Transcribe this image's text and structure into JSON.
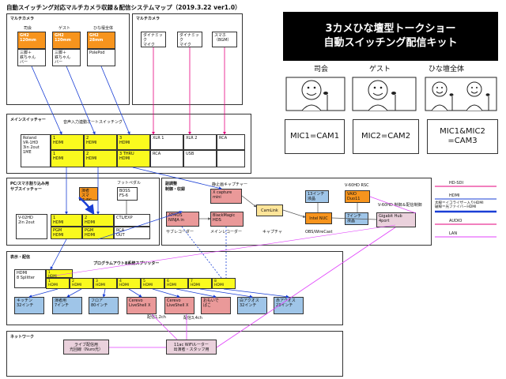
{
  "title": "自動スイッチング対応マルチカメラ収録＆配信システムマップ（2019.3.22 ver1.0）",
  "banner": {
    "line1": "3カメひな壇型トークショー",
    "line2": "自動スイッチング配信キット"
  },
  "roles": {
    "host": "司会",
    "guest": "ゲスト",
    "all": "ひな壇全体"
  },
  "mics": {
    "m1": "MIC1=CAM1",
    "m2": "MIC2=CAM2",
    "m3": "MIC1&MIC2\n=CAM3"
  },
  "multicam": {
    "label": "マルチカメラ",
    "roles": [
      "司会",
      "ゲスト",
      "ひな壇全体"
    ],
    "cams": [
      "GH2\n120mm",
      "GH2\n120mm",
      "GH2\n28mm"
    ],
    "mounts": [
      "三脚＋\n鉄ちゃん\nバー",
      "三脚＋\n鉄ちゃん\nバー",
      "PolePod"
    ]
  },
  "multimic": {
    "label": "マルチカメラ",
    "mics": [
      "ダイナミック\nマイク",
      "ダイナミック\nマイク",
      "スマホ\n（BGM）"
    ]
  },
  "main_switcher": {
    "label": "メインスイッチャー",
    "note": "音声入力連動オートスイッチング",
    "device": "Roland\nVR-1HD\n3in 2out\n1ME",
    "in_row": [
      "1\nHDMI",
      "2\nHDMI",
      "3\nHDMI",
      "XLR 1",
      "XLR 2",
      "RCA"
    ],
    "out_row": [
      "1\nHDMI",
      "2\nHDMI",
      "3 THRU\nHDMI",
      "RCA",
      "USB",
      ""
    ]
  },
  "sub_switcher": {
    "label": "PC/スマホ割り込み用\nサブスイッチャー",
    "pc": "演者\nスマホ/PC",
    "footpedal": "フットペダル",
    "boss": "BOSS\nFS-6",
    "device": "V-02HD\n2in 2out",
    "top_row": [
      "1\nHDMI",
      "2\nHDMI",
      "CTL/EXP"
    ],
    "bottom_row": [
      "PGM\nHDMI",
      "PGM\nHDMI",
      "RCA\nOUT"
    ]
  },
  "capture": {
    "label": "副調整\n制御・収録",
    "still_label": "静止画キャプチャー",
    "xcap": "X capture\nmini",
    "atmos": "ATMOS\nNINJA in",
    "bmd": "BlackMagic\nHDS",
    "camlink": "CamLink",
    "sub_rec": "サブレコーダー",
    "main_rec": "メインレコーダー",
    "cap": "キャプチャ",
    "v60_rsc": "V-60HD RSC",
    "lcd13": "13インチ\n液晶",
    "vaio": "VAIO\nDuo11",
    "nuc": "Intel NUC",
    "lcd7": "7インチ\n液晶",
    "gigabit": "Gigabit Hub\n4port",
    "obs": "OBS/WireCast",
    "v60ctl": "V-60HD 制御＆配信制御"
  },
  "legend": {
    "items": [
      "HD-SDI",
      "HDMI",
      "太線＝イコライザー入りHDMI\n破線＝光ファイバーHDMI",
      "AUDIO",
      "LAN"
    ],
    "colors": [
      "#e6007e",
      "#1a3fd6",
      "#1a3fd6",
      "#e6007e",
      "#e040fb"
    ]
  },
  "display": {
    "label": "表示・配信",
    "splitter_title": "プログラムアウト8系統スプリッター",
    "splitter": "HDMI\n8 Splitter",
    "top1": "1\nHDMI",
    "ports": [
      "1\nHDMI",
      "2\nHDMI",
      "3\nHDMI",
      "4\nHDMI",
      "5\nHDMI",
      "6\nHDMI",
      "7\nHDMI",
      "8\nHDMI"
    ],
    "outputs": [
      "キッチン\n32インチ",
      "演者用\n7インチ",
      "フロア\n80インチ",
      "Cerevo\nLiveShell X",
      "Cerevo\nLiveShell X",
      "おもいで\nぱこ",
      "白アクオス\n32インチ",
      "赤アクオス\n23インチ"
    ],
    "note1": "配信1,2ch",
    "note2": "配信3,4ch"
  },
  "network": {
    "label": "ネットワーク",
    "router_live": "ライブ配信用\n光回線（Nuro光）",
    "wifi": "11ac WiFiルーター\n出演者・スタッフ用"
  }
}
